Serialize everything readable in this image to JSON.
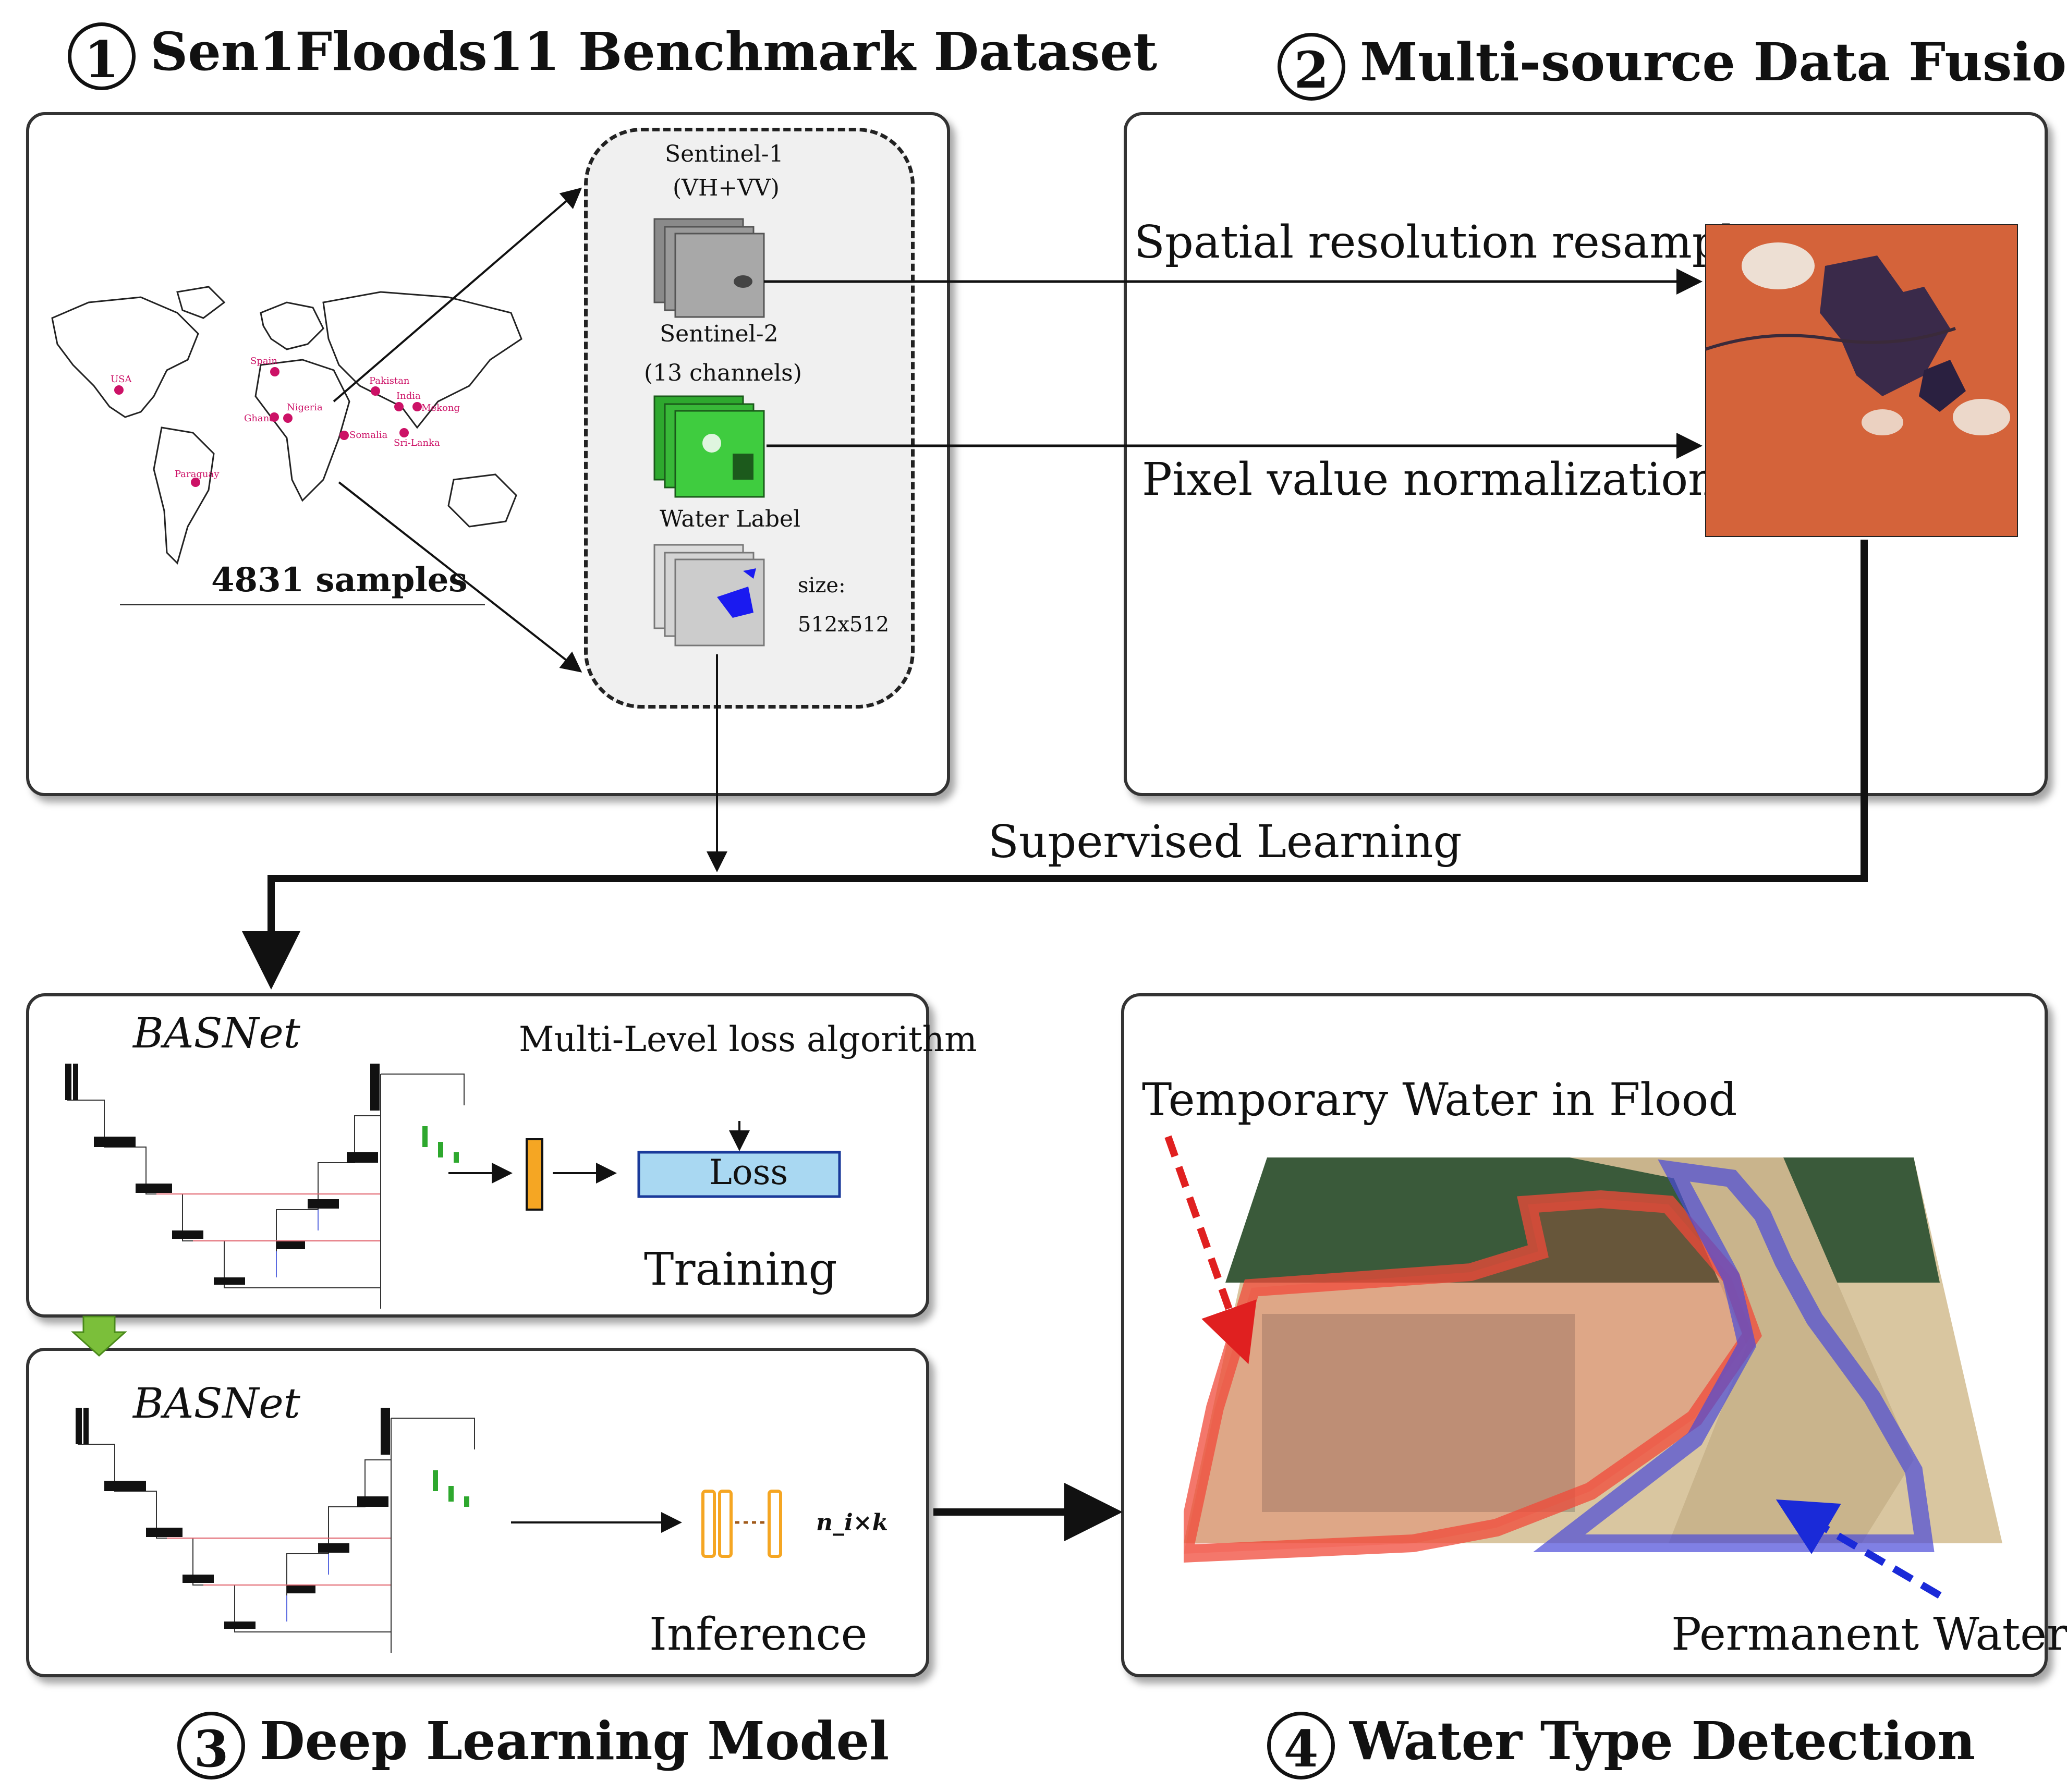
{
  "sections": {
    "s1": {
      "num": "1",
      "title": "Sen1Floods11 Benchmark Dataset"
    },
    "s2": {
      "num": "2",
      "title": "Multi-source Data Fusion"
    },
    "s3": {
      "num": "3",
      "title": "Deep Learning Model"
    },
    "s4": {
      "num": "4",
      "title": "Water Type Detection"
    }
  },
  "dataset": {
    "sentinel1": {
      "line1": "Sentinel-1",
      "line2": "(VH+VV)"
    },
    "sentinel2": {
      "line1": "Sentinel-2",
      "line2": "(13 channels)"
    },
    "water_label": "Water Label",
    "size_line1": "size:",
    "size_line2": "512x512",
    "samples": "4831 samples",
    "map_locations": [
      "USA",
      "Spain",
      "Pakistan",
      "India",
      "Nigeria",
      "Ghana",
      "Mekong",
      "Somalia",
      "Sri-Lanka",
      "Paraguay"
    ]
  },
  "fusion": {
    "resampling": "Spatial resolution resampling",
    "normalization": "Pixel value normalization"
  },
  "supervised": "Supervised Learning",
  "model": {
    "training": {
      "name": "BASNet",
      "loss_algorithm": "Multi-Level loss algorithm",
      "loss": "Loss",
      "caption": "Training"
    },
    "inference": {
      "name": "BASNet",
      "output": "n_i×k",
      "caption": "Inference"
    }
  },
  "detection": {
    "temporary": "Temporary Water in Flood",
    "permanent": "Permanent Water"
  },
  "colors": {
    "temporary_outline": "#f04a3a",
    "permanent_outline": "#4a4ad8",
    "loss_box": "#a9d8f2",
    "feature_bar": "#f5a623",
    "green_arrow": "#7bbf3a",
    "map_dot": "#cc1166"
  }
}
